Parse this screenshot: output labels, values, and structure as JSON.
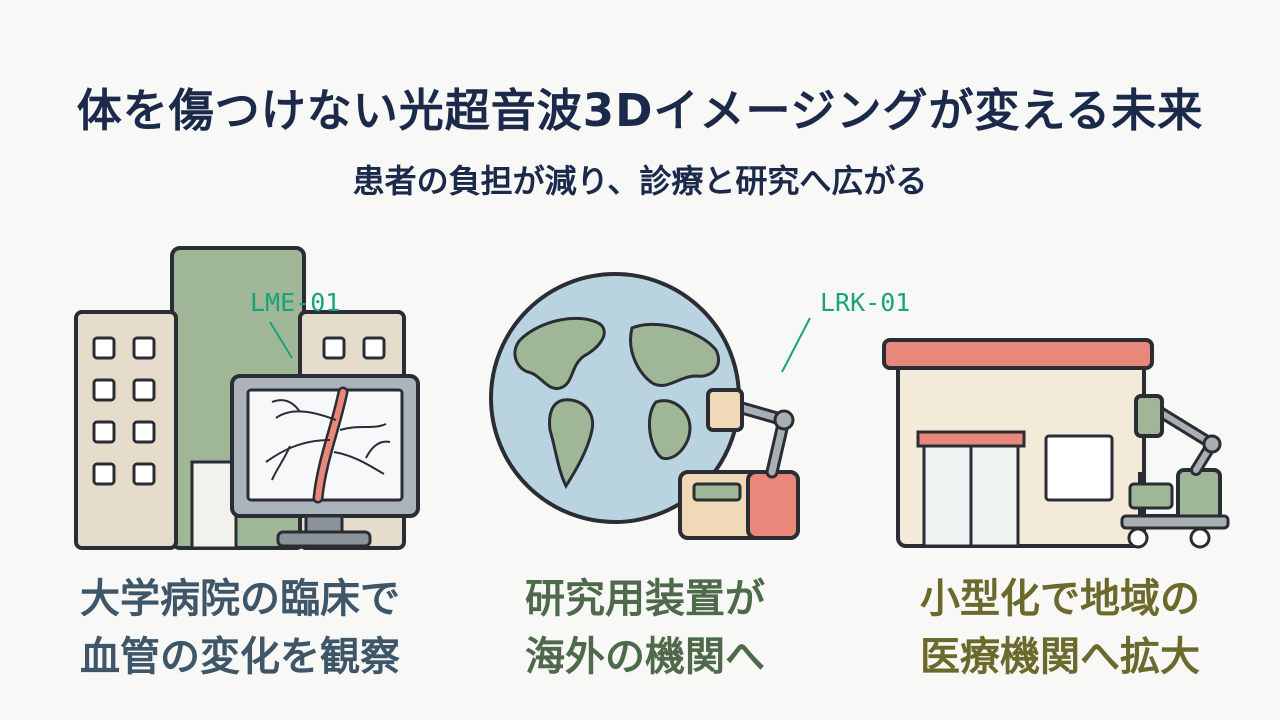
{
  "header": {
    "title": "体を傷つけない光超音波3Dイメージングが変える未来",
    "subtitle": "患者の負担が減り、診療と研究へ広がる"
  },
  "labels": {
    "left_code": "LME-01",
    "middle_code": "LRK-01"
  },
  "captions": [
    {
      "line1": "大学病院の臨床で",
      "line2": "血管の変化を観察",
      "color": "#3e5668"
    },
    {
      "line1": "研究用装置が",
      "line2": "海外の機関へ",
      "color": "#4f6a4a"
    },
    {
      "line1": "小型化で地域の",
      "line2": "医療機関へ拡大",
      "color": "#6b6a2c"
    }
  ],
  "colors": {
    "navy": "#1b2a4a",
    "green": "#9fb796",
    "salmon": "#e8877a",
    "beige": "#e6dccb",
    "blue": "#b9d3e0",
    "cream": "#f4ead9"
  }
}
